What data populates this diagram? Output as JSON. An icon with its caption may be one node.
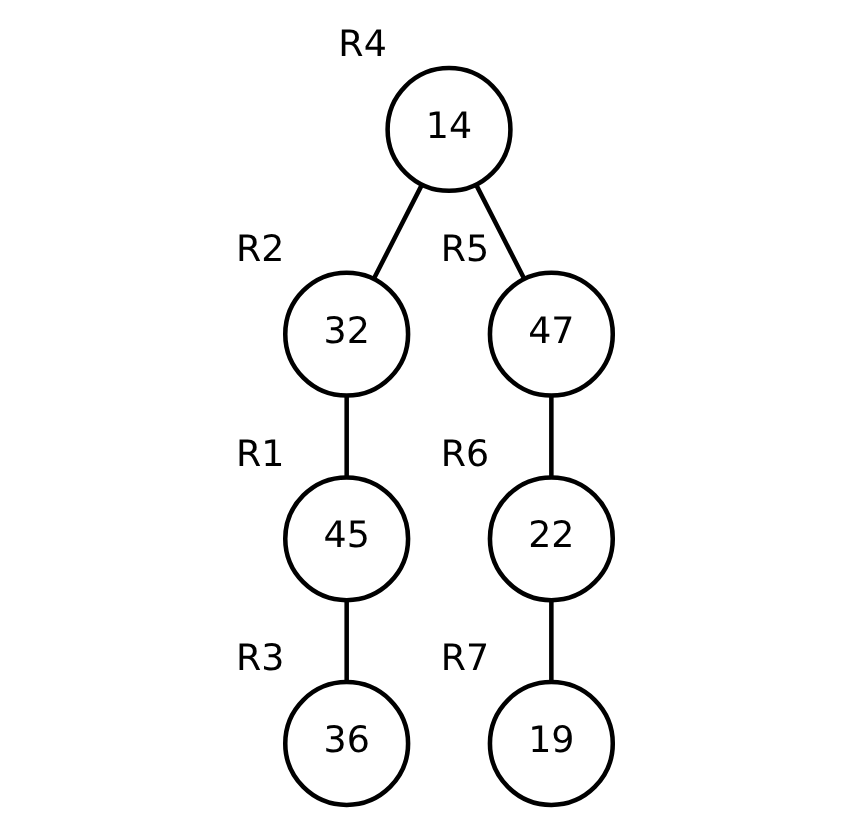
{
  "diagram": {
    "nodes": [
      {
        "text": [
          "45"
        ],
        "beside": [
          "R1"
        ]
      },
      {
        "text": [
          "14"
        ],
        "beside": [
          "R4"
        ]
      },
      {
        "text": [
          "32"
        ],
        "beside": [
          "R2"
        ]
      },
      {
        "text": [
          "36"
        ],
        "beside": [
          "R3"
        ]
      },
      {
        "text": [
          "47"
        ],
        "beside": [
          "R5"
        ]
      },
      {
        "text": [
          "19"
        ],
        "beside": [
          "R7"
        ]
      },
      {
        "text": [
          "22"
        ],
        "beside": [
          "R6"
        ]
      }
    ],
    "edges": [
      {
        "from": 1,
        "to": 2,
        "arrow": "none"
      },
      {
        "from": 2,
        "to": 0,
        "arrow": "none"
      },
      {
        "from": 0,
        "to": 3,
        "arrow": "none"
      },
      {
        "from": 1,
        "to": 4,
        "arrow": "none"
      },
      {
        "from": 4,
        "to": 6,
        "arrow": "none"
      },
      {
        "from": 6,
        "to": 5,
        "arrow": "none"
      }
    ]
  }
}
